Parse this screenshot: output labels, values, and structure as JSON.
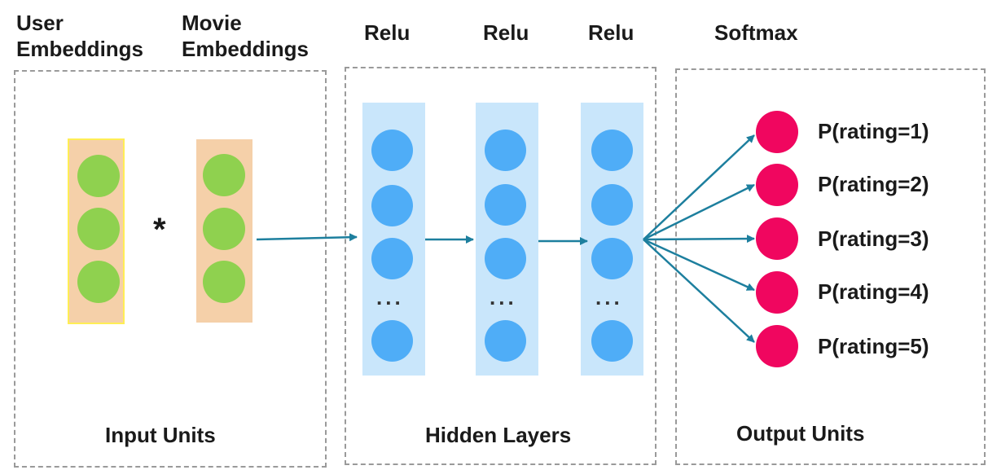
{
  "labels": {
    "user_embeddings_line1": "User",
    "user_embeddings_line2": "Embeddings",
    "movie_embeddings_line1": "Movie",
    "movie_embeddings_line2": "Embeddings",
    "relu_1": "Relu",
    "relu_2": "Relu",
    "relu_3": "Relu",
    "softmax": "Softmax",
    "multiply": "*",
    "ellipsis": "...",
    "input_units": "Input Units",
    "hidden_layers": "Hidden Layers",
    "output_units": "Output Units"
  },
  "outputs": [
    "P(rating=1)",
    "P(rating=2)",
    "P(rating=3)",
    "P(rating=4)",
    "P(rating=5)"
  ],
  "colors": {
    "embedding_bg": "#f5d0a9",
    "embedding_node": "#8fd14f",
    "user_border": "#ffee55",
    "hidden_bg": "#c9e6fb",
    "hidden_node": "#4fadf7",
    "output_node": "#f0065f",
    "arrow": "#1d7f9e",
    "dashed_border": "#9a9a9a"
  }
}
